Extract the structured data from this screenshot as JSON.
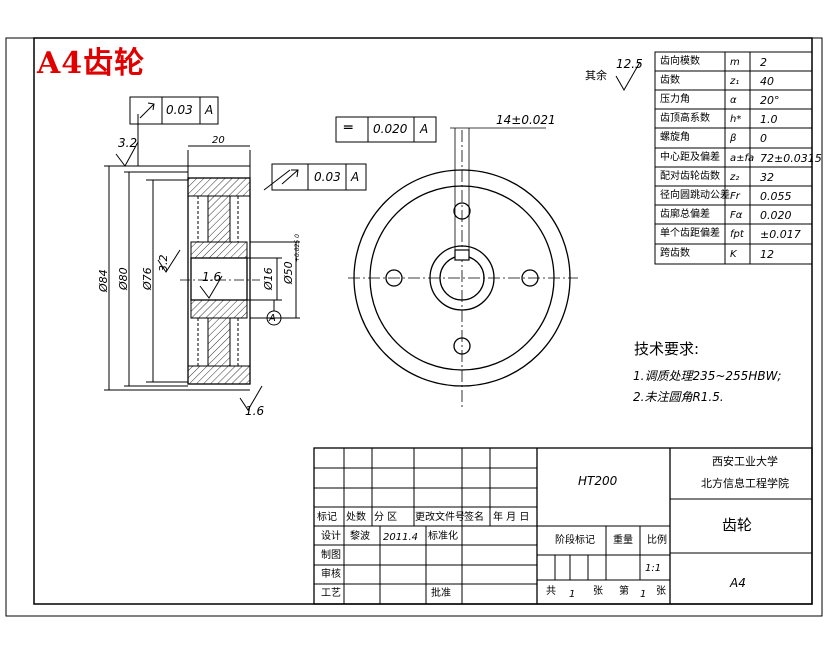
{
  "title": "A4齿轮",
  "other_roughness": {
    "label": "其余",
    "value": "12.5"
  },
  "tolerance_frames": {
    "left": {
      "value": "0.03",
      "datum": "A"
    },
    "middle": {
      "symbol": "═",
      "value": "0.020",
      "datum": "A"
    },
    "hub": {
      "value": "0.03",
      "datum": "A"
    }
  },
  "dimensions": {
    "width": "20",
    "od84": "Ø84",
    "d80": "Ø80",
    "d76": "Ø76",
    "d16": "Ø16",
    "d50": "Ø50",
    "d50_tol": "+0.025 0",
    "keyway": "14±0.021",
    "rough_top": "3.2",
    "rough_left": "3.2",
    "rough_bore": "1.6",
    "rough_bottom": "1.6",
    "datum": "A"
  },
  "param_table": [
    {
      "name": "齿向模数",
      "sym": "m",
      "val": "2"
    },
    {
      "name": "齿数",
      "sym": "z₁",
      "val": "40"
    },
    {
      "name": "压力角",
      "sym": "α",
      "val": "20°"
    },
    {
      "name": "齿顶高系数",
      "sym": "h*",
      "val": "1.0"
    },
    {
      "name": "螺旋角",
      "sym": "β",
      "val": "0"
    },
    {
      "name": "中心距及偏差",
      "sym": "a±fa",
      "val": "72±0.0315"
    },
    {
      "name": "配对齿轮齿数",
      "sym": "z₂",
      "val": "32"
    },
    {
      "name": "径向圆跳动公差",
      "sym": "Fr",
      "val": "0.055"
    },
    {
      "name": "齿廓总偏差",
      "sym": "Fα",
      "val": "0.020"
    },
    {
      "name": "单个齿距偏差",
      "sym": "fpt",
      "val": "±0.017"
    },
    {
      "name": "跨齿数",
      "sym": "K",
      "val": "12"
    }
  ],
  "tech": {
    "heading": "技术要求:",
    "lines": [
      "1.调质处理235~255HBW;",
      "2.未注圆角R1.5."
    ]
  },
  "title_block": {
    "material": "HT200",
    "school1": "西安工业大学",
    "school2": "北方信息工程学院",
    "part_name": "齿轮",
    "paper": "A4",
    "row_headers": [
      "标记",
      "处数",
      "分 区",
      "更改文件号",
      "签名",
      "年 月 日"
    ],
    "design": "设计",
    "designer": "黎波",
    "date": "2011.4",
    "std": "标准化",
    "draw": "制图",
    "check": "审核",
    "process": "工艺",
    "approve": "批准",
    "stage": "阶段标记",
    "weight": "重量",
    "scale_label": "比例",
    "scale": "1:1",
    "total_prefix": "共",
    "total_num": "1",
    "sheet_word": "张",
    "page_prefix": "第",
    "page_num": "1",
    "page_word": "张"
  }
}
